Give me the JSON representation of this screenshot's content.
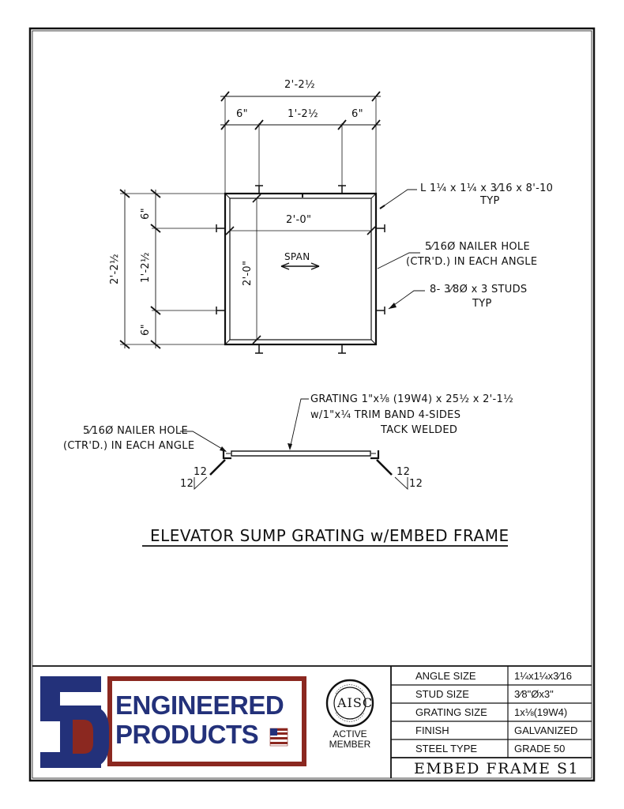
{
  "drawing": {
    "plan_dims": {
      "top_overall": "2'-2½",
      "top_left": "6\"",
      "top_mid": "1'-2½",
      "top_right": "6\"",
      "left_overall": "2'-2½",
      "left_top": "6\"",
      "left_mid": "1'-2½",
      "left_bottom": "6\"",
      "inner_width": "2'-0\"",
      "inner_height": "2'-0\"",
      "span": "SPAN"
    },
    "callouts": {
      "angle_line1": "L 1¼ x 1¼ x 3⁄16 x 8'-10",
      "angle_line2": "TYP",
      "nailer_line1": "5⁄16Ø NAILER HOLE",
      "nailer_line2": "(CTR'D.) IN EACH ANGLE",
      "studs_line1": "8- 3⁄8Ø x 3 STUDS",
      "studs_line2": "TYP"
    },
    "section_callouts": {
      "grating_line1": "GRATING 1\"x⅛ (19W4) x 25½ x 2'-1½",
      "grating_line2": "w/1\"x¼ TRIM BAND 4-SIDES",
      "grating_line3": "TACK WELDED",
      "nailer_line1": "5⁄16Ø NAILER HOLE",
      "nailer_line2": "(CTR'D.) IN EACH ANGLE",
      "slope_left_top": "12",
      "slope_left_side": "12",
      "slope_right_top": "12",
      "slope_right_side": "12"
    },
    "title": "ELEVATOR SUMP GRATING w/EMBED FRAME"
  },
  "title_block": {
    "logo_line1": "ENGINEERED",
    "logo_line2": "PRODUCTS",
    "logo_mark": "5D",
    "seal_text": "AISC",
    "active_line1": "ACTIVE",
    "active_line2": "MEMBER",
    "rows": [
      {
        "label": "ANGLE SIZE",
        "value": "1¼x1¼x3⁄16"
      },
      {
        "label": "STUD SIZE",
        "value": "3⁄8\"Øx3\""
      },
      {
        "label": "GRATING SIZE",
        "value": "1x⅛(19W4)"
      },
      {
        "label": "FINISH",
        "value": "GALVANIZED"
      },
      {
        "label": "STEEL TYPE",
        "value": "GRADE 50"
      }
    ],
    "drawing_name": "EMBED FRAME S1"
  },
  "colors": {
    "logo_blue": "#23317a",
    "logo_red": "#8b2820",
    "line": "#111111"
  }
}
